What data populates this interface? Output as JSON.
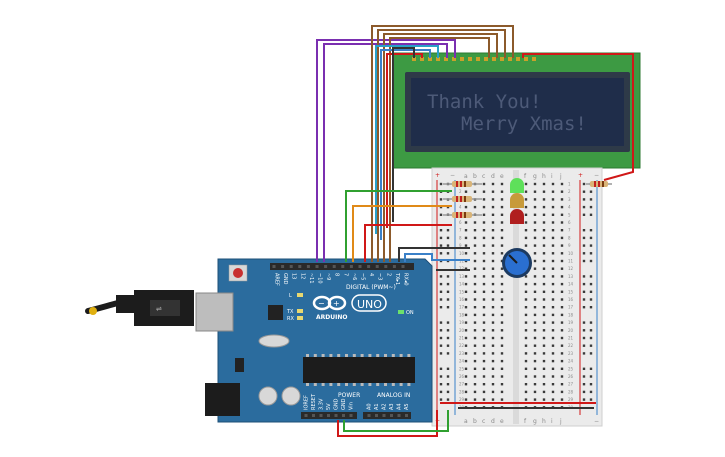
{
  "lcd": {
    "line1": "Thank You!",
    "line2": "Merry Xmas!"
  },
  "arduino": {
    "model": "UNO",
    "brand": "ARDUINO",
    "digital_label": "DIGITAL (PWM~)",
    "power_label": "POWER",
    "analog_label": "ANALOG IN",
    "on_label": "ON",
    "tx_label": "TX",
    "rx_label": "RX",
    "l_label": "L",
    "digital_pins": [
      "AREF",
      "GND",
      "13",
      "12",
      "~11",
      "~10",
      "~9",
      "8",
      "7",
      "~6",
      "~5",
      "4",
      "~3",
      "2",
      "TX▸1",
      "RX◂0"
    ],
    "power_pins": [
      "IOREF",
      "RESET",
      "3.3V",
      "5V",
      "GND",
      "GND",
      "Vin"
    ],
    "analog_pins": [
      "A0",
      "A1",
      "A2",
      "A3",
      "A4",
      "A5"
    ]
  },
  "breadboard": {
    "cols_left": [
      "a",
      "b",
      "c",
      "d",
      "e"
    ],
    "cols_right": [
      "f",
      "g",
      "h",
      "i",
      "j"
    ],
    "plus": "+",
    "minus": "−",
    "rows": [
      "1",
      "2",
      "3",
      "4",
      "5",
      "6",
      "7",
      "8",
      "9",
      "10",
      "11",
      "12",
      "13",
      "14",
      "15",
      "16",
      "17",
      "18",
      "19",
      "20",
      "21",
      "22",
      "23",
      "24",
      "25",
      "26",
      "27",
      "28",
      "29",
      "30"
    ]
  },
  "leds": {
    "colors": [
      "#5ee05a",
      "#c79a3a",
      "#b01e1e"
    ]
  },
  "colors": {
    "board_blue": "#2b6c9e",
    "lcd_green": "#3d9a43",
    "lcd_screen": "#1f2d4a",
    "wire_purple": "#7a2fb0",
    "wire_brown": "#8c5a2b",
    "wire_red": "#d01818",
    "wire_green": "#30a030",
    "wire_orange": "#e08a18",
    "wire_blue": "#3a80c8",
    "wire_teal": "#28a0c8",
    "wire_black": "#333333",
    "pot_blue": "#2a6fd0"
  }
}
